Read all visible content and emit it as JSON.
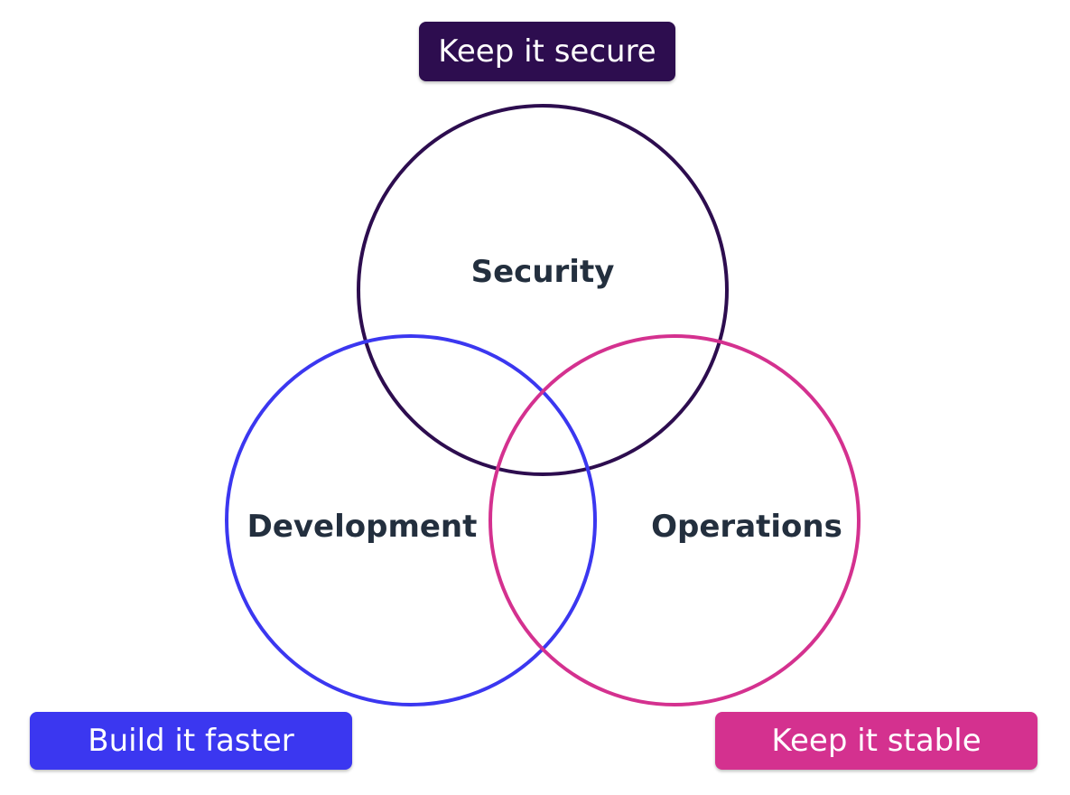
{
  "colors": {
    "security": "#2d0d4f",
    "development": "#3b37f0",
    "operations": "#d4318f",
    "label_text": "#232f3e"
  },
  "circles": {
    "security": {
      "label": "Security"
    },
    "development": {
      "label": "Development"
    },
    "operations": {
      "label": "Operations"
    }
  },
  "badges": {
    "secure": {
      "label": "Keep it secure"
    },
    "faster": {
      "label": "Build it faster"
    },
    "stable": {
      "label": "Keep it stable"
    }
  }
}
